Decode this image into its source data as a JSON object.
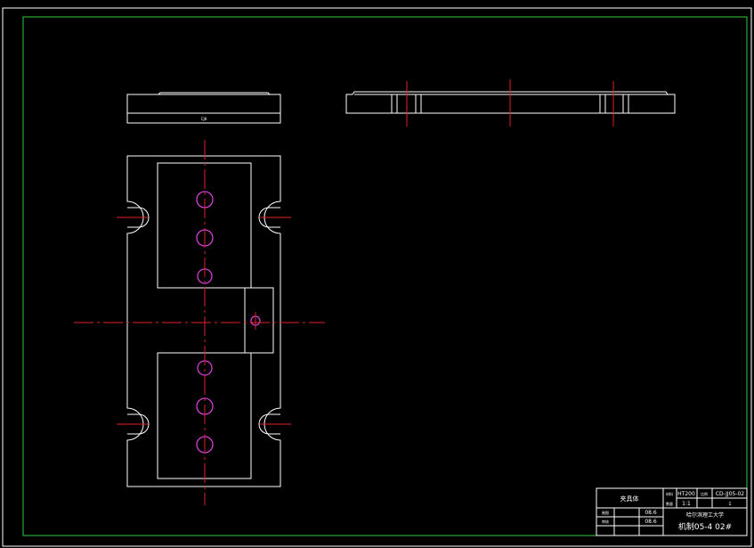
{
  "colors": {
    "background": "#000000",
    "outline": "#ffffff",
    "frame": "#2fcc3a",
    "centerline": "#e0202a",
    "hole": "#d040d0"
  },
  "title_block": {
    "part_name": "夹具体",
    "material_label": "材料",
    "material_value": "HT200",
    "qty_label": "数量",
    "qty_value": "1",
    "scale_label": "比例",
    "scale_value": "1:1",
    "drawing_no": "CD-JJ05-02",
    "drawn_label": "制图",
    "drawn_date": "08.6",
    "checked_label": "审核",
    "checked_date": "08.6",
    "school": "哈尔滨理工大学",
    "class_id": "机制05-4 02#",
    "small_label": "CJ8"
  }
}
